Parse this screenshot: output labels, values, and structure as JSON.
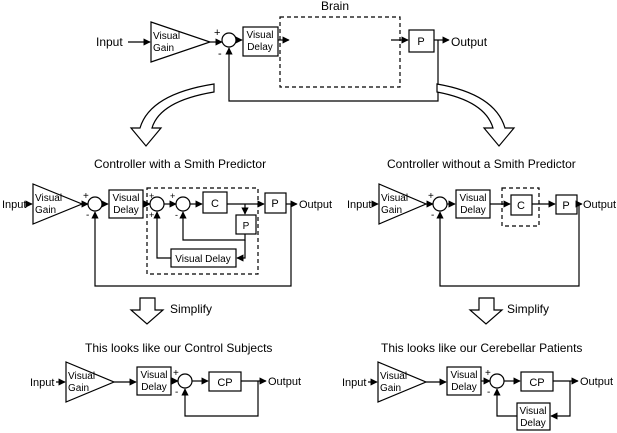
{
  "top": {
    "brain": "Brain",
    "input": "Input",
    "output": "Output",
    "gain_l1": "Visual",
    "gain_l2": "Gain",
    "delay_l1": "Visual",
    "delay_l2": "Delay",
    "p": "P",
    "plus": "+",
    "minus": "-"
  },
  "smith": {
    "title": "Controller with a Smith Predictor",
    "input": "Input",
    "output": "Output",
    "gain_l1": "Visual",
    "gain_l2": "Gain",
    "delay_l1": "Visual",
    "delay_l2": "Delay",
    "c": "C",
    "p_inner": "P",
    "p": "P",
    "inner_delay": "Visual Delay",
    "simplify": "Simplify",
    "plus": "+",
    "minus": "-"
  },
  "nosmith": {
    "title": "Controller without a Smith Predictor",
    "input": "Input",
    "output": "Output",
    "gain_l1": "Visual",
    "gain_l2": "Gain",
    "delay_l1": "Visual",
    "delay_l2": "Delay",
    "c": "C",
    "p": "P",
    "simplify": "Simplify",
    "plus": "+",
    "minus": "-"
  },
  "control": {
    "title": "This looks like our Control Subjects",
    "input": "Input",
    "output": "Output",
    "gain_l1": "Visual",
    "gain_l2": "Gain",
    "delay_l1": "Visual",
    "delay_l2": "Delay",
    "cp": "CP",
    "plus": "+",
    "minus": "-"
  },
  "cerebellar": {
    "title": "This looks like our Cerebellar Patients",
    "input": "Input",
    "output": "Output",
    "gain_l1": "Visual",
    "gain_l2": "Gain",
    "delay_l1": "Visual",
    "delay_l2": "Delay",
    "cp": "CP",
    "fb_delay_l1": "Visual",
    "fb_delay_l2": "Delay",
    "plus": "+",
    "minus": "-"
  }
}
